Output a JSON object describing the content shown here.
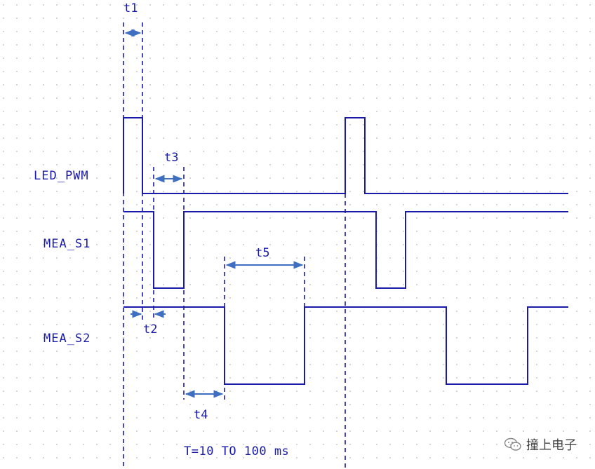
{
  "signals": {
    "led_pwm": "LED_PWM",
    "mea_s1": "MEA_S1",
    "mea_s2": "MEA_S2"
  },
  "timings": {
    "t1": "t1",
    "t2": "t2",
    "t3": "t3",
    "t4": "t4",
    "t5": "t5"
  },
  "period_label": "T=10 TO 100 ms",
  "watermark": {
    "icon": "wechat-icon",
    "text": "撞上电子"
  },
  "colors": {
    "trace": "#1a1aa8",
    "dimension": "#3f6fc0",
    "grid_dot": "#b8b8b8"
  }
}
